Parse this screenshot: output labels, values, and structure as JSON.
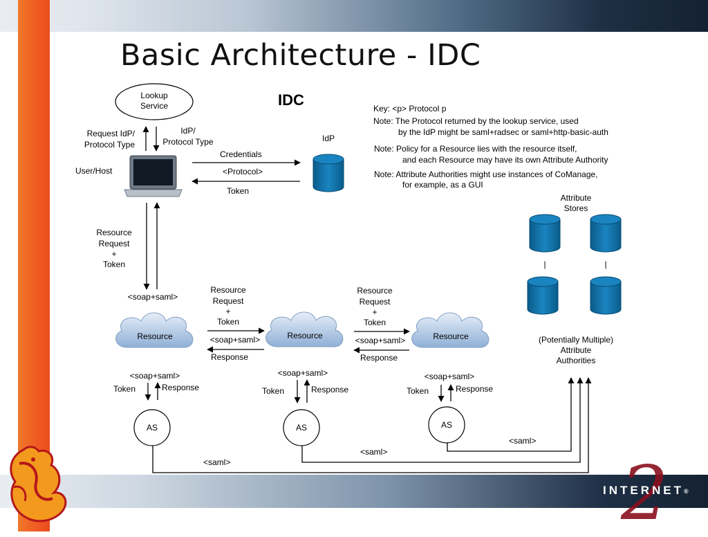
{
  "slide": {
    "title": "Basic Architecture - IDC"
  },
  "diagram": {
    "heading": "IDC",
    "lookup": [
      "Lookup",
      "Service"
    ],
    "request_idp": [
      "Request IdP/",
      "Protocol Type"
    ],
    "idp_protocol": [
      "IdP/",
      "Protocol Type"
    ],
    "user_host": "User/Host",
    "idp": "IdP",
    "credentials": "Credentials",
    "protocol": "<Protocol>",
    "token": "Token",
    "resource_request_token": [
      "Resource",
      "Request",
      "+",
      "Token"
    ],
    "soap_saml": "<soap+saml>",
    "resource": "Resource",
    "response": "Response",
    "as": "AS",
    "saml": "<saml>",
    "key_lines": [
      "Key:  <p>  Protocol p",
      "Note: The Protocol returned by the lookup service, used",
      "by the IdP might be saml+radsec or saml+http-basic-auth",
      "Note:  Policy for a Resource lies with the resource itself,",
      "and each Resource may have its own Attribute Authority",
      "Note:  Attribute Authorities might use instances of CoManage,",
      "for example, as a GUI"
    ],
    "attribute_stores": [
      "Attribute",
      "Stores"
    ],
    "attribute_authorities": [
      "(Potentially Multiple)",
      "Attribute",
      "Authorities"
    ],
    "separator_mark": "|"
  },
  "branding": {
    "logo_text": "INTERNET",
    "logo_mark": "®",
    "logo_numeral": "2"
  },
  "colors": {
    "cylinder": "#0e6ea3",
    "cloud_top": "#e6eef8",
    "cloud_bottom": "#8fb0d6",
    "accent_orange": "#f05a22",
    "brand_red": "#8a0f1d"
  }
}
